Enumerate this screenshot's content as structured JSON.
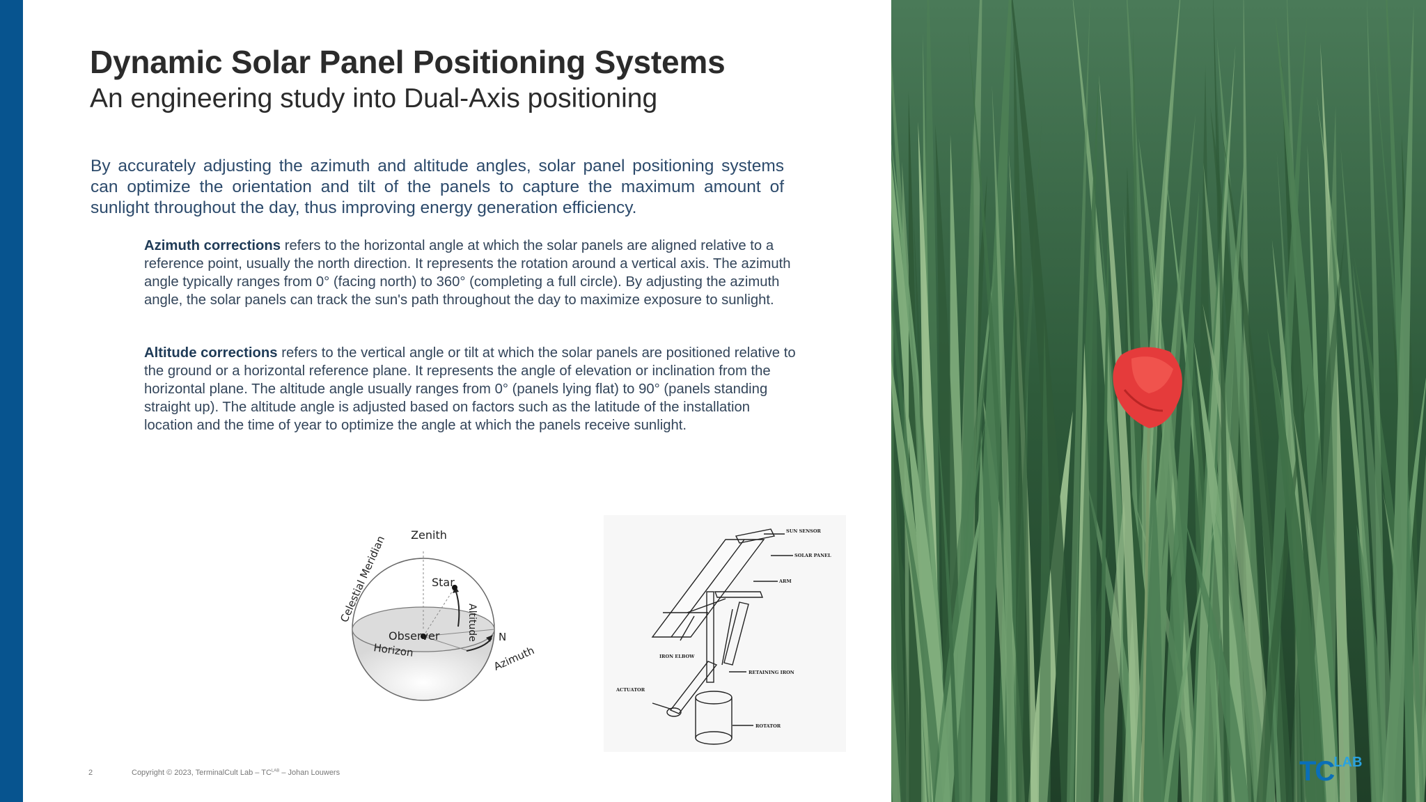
{
  "slide": {
    "title": "Dynamic Solar Panel Positioning Systems",
    "subtitle": "An engineering study into Dual-Axis positioning",
    "intro": "By accurately adjusting the azimuth and altitude angles, solar panel positioning systems can optimize the orientation and tilt of the panels to capture the maximum amount of sunlight throughout the day, thus improving energy generation efficiency.",
    "azimuth": {
      "term": "Azimuth corrections",
      "text": " refers to the horizontal angle at which the solar panels are aligned relative to a reference point, usually the north direction. It represents the rotation around a vertical axis. The azimuth angle typically ranges from 0° (facing north) to 360° (completing a full circle). By adjusting the azimuth angle, the solar panels can track the sun's path throughout the day to maximize exposure to sunlight."
    },
    "altitude": {
      "term": "Altitude corrections",
      "text": " refers to the vertical angle or tilt at which the solar panels are positioned relative to the ground or a horizontal reference plane. It represents the angle of elevation or inclination from the horizontal plane. The altitude angle usually ranges from 0° (panels lying flat) to 90° (panels standing straight up). The altitude angle is adjusted based on factors such as the latitude of the installation location and the time of year to optimize the angle at which the panels receive sunlight."
    },
    "page_number": "2",
    "copyright": "Copyright © 2023, TerminalCult Lab – TC",
    "copyright_sup": "LAB",
    "copyright_author": " – Johan Louwers"
  },
  "celestial_diagram": {
    "zenith": "Zenith",
    "meridian": "Celestial Meridian",
    "star": "Star",
    "altitude": "Altitude",
    "observer": "Observer",
    "horizon": "Horizon",
    "azimuth": "Azimuth",
    "north": "N"
  },
  "tracker_diagram": {
    "sun_sensor": "SUN SENSOR",
    "solar_panel": "SOLAR PANEL",
    "arm": "ARM",
    "iron_elbow": "IRON ELBOW",
    "retaining_iron": "RETAINING IRON",
    "actuator": "ACTUATOR",
    "rotator": "ROTATOR"
  },
  "logo": {
    "tc": "TC",
    "lab": "LAB"
  },
  "colors": {
    "accent_bar": "#07548f",
    "logo": "#0a6fb8",
    "poppy": "#e53b3b"
  }
}
